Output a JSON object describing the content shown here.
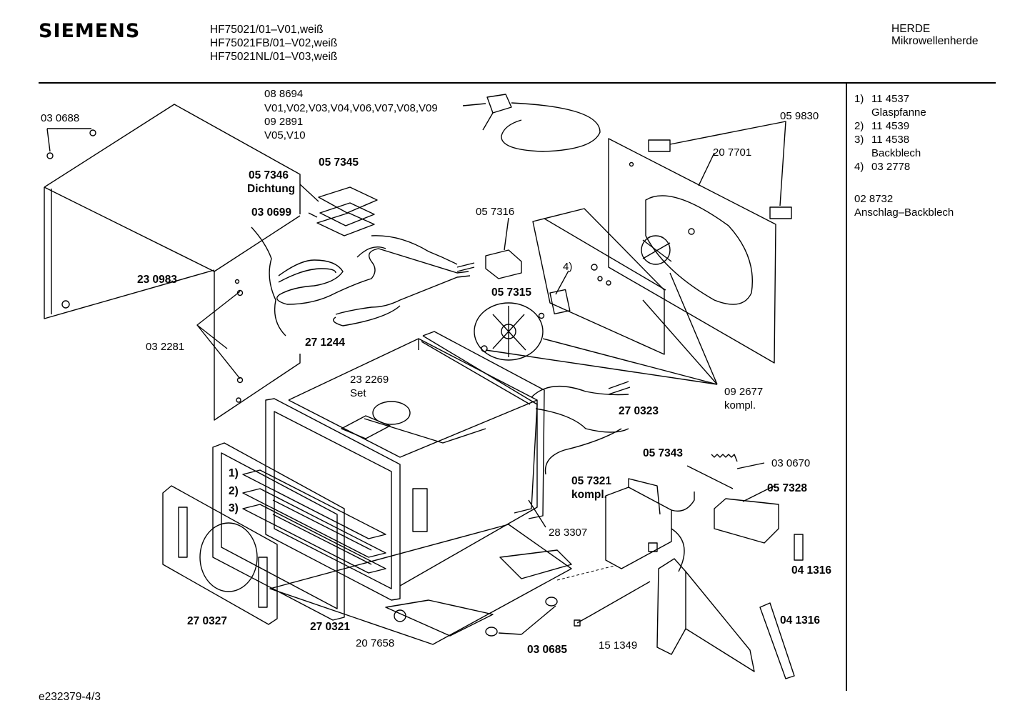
{
  "header": {
    "brand": "SIEMENS",
    "models": [
      "HF75021/01–V01,weiß",
      "HF75021FB/01–V02,weiß",
      "HF75021NL/01–V03,weiß"
    ],
    "category": "HERDE",
    "subcategory": "Mikrowellenherde"
  },
  "legend": {
    "items": [
      {
        "num": "1)",
        "part": "11 4537",
        "desc": "Glaspfanne"
      },
      {
        "num": "2)",
        "part": "11 4539",
        "desc": ""
      },
      {
        "num": "3)",
        "part": "11 4538",
        "desc": "Backblech"
      },
      {
        "num": "4)",
        "part": "03 2778",
        "desc": ""
      }
    ],
    "extra_part": "02 8732",
    "extra_desc": "Anschlag–Backblech"
  },
  "labels": {
    "l088694": "08 8694",
    "variants1": "V01,V02,V03,V04,V06,V07,V08,V09",
    "l092891": "09 2891",
    "variants2": "V05,V10",
    "l030688": "03 0688",
    "l057345": "05 7345",
    "l057346": "05 7346",
    "dichtung": "Dichtung",
    "l030699": "03 0699",
    "l059830": "05 9830",
    "l207701": "20 7701",
    "l057316": "05 7316",
    "l230983": "23 0983",
    "l057315": "05 7315",
    "mark4": "4)",
    "l032281": "03 2281",
    "l271244": "27 1244",
    "l232269": "23 2269",
    "set": "Set",
    "l092677": "09 2677",
    "kompl1": "kompl.",
    "l270323": "27 0323",
    "l057343": "05 7343",
    "l030670": "03 0670",
    "l057321": "05 7321",
    "kompl2": "kompl.",
    "l057328": "05 7328",
    "mark1": "1)",
    "mark2": "2)",
    "mark3": "3)",
    "l283307": "28 3307",
    "l041316a": "04 1316",
    "l041316b": "04 1316",
    "l270327": "27 0327",
    "l270321": "27 0321",
    "l207658": "20 7658",
    "l030685": "03 0685",
    "l151349": "15 1349"
  },
  "footer": {
    "code": "e232379-4/3"
  }
}
